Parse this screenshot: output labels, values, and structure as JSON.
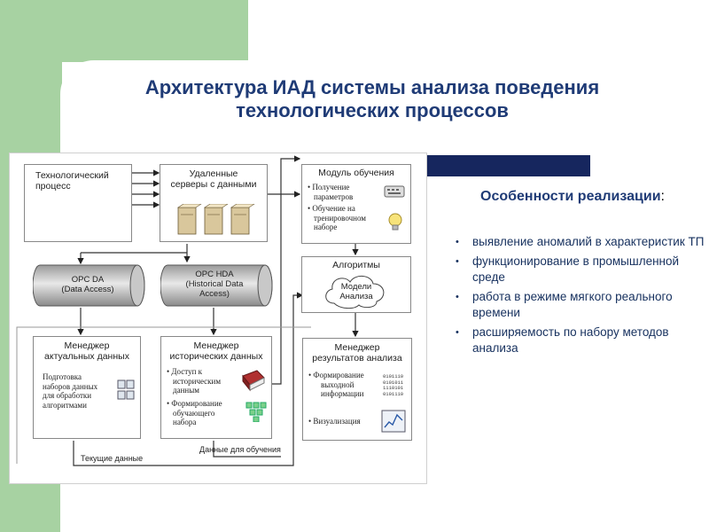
{
  "slide": {
    "title_line1": "Архитектура ИАД системы анализа поведения",
    "title_line2": "технологических процессов"
  },
  "features": {
    "heading": "Особенности реализации",
    "colon": ":",
    "items": [
      "выявление аномалий в характеристик ТП",
      "функционирование в промышленной среде",
      "работа в режиме мягкого реального времени",
      "расширяемость по набору методов анализа"
    ]
  },
  "diagram": {
    "tech_process": {
      "line1": "Технологический",
      "line2": "процесс"
    },
    "remote_servers": {
      "line1": "Удаленные",
      "line2": "серверы с данными"
    },
    "learning_module": {
      "title": "Модуль обучения",
      "item1_line1": "Получение",
      "item1_line2": "параметров",
      "item2_line1": "Обучение на",
      "item2_line2": "тренировочном",
      "item2_line3": "наборе"
    },
    "opc_da": {
      "line1": "OPC DA",
      "line2": "(Data Access)"
    },
    "opc_hda": {
      "line1": "OPC HDA",
      "line2": "(Historical Data",
      "line3": "Access)"
    },
    "algorithms": {
      "title": "Алгоритмы",
      "cloud_line1": "Модели",
      "cloud_line2": "Анализа"
    },
    "current_mgr": {
      "line1": "Менеджер",
      "line2": "актуальных данных",
      "t1": "Подготовка",
      "t2": "наборов данных",
      "t3": "для обработки",
      "t4": "алгоритмами"
    },
    "hist_mgr": {
      "line1": "Менеджер",
      "line2": "исторических данных",
      "a1": "Доступ к",
      "a2": "историческим",
      "a3": "данным",
      "b1": "Формирование",
      "b2": "обучающего",
      "b3": "набора"
    },
    "results_mgr": {
      "line1": "Менеджер",
      "line2": "результатов анализа",
      "a1": "Формирование",
      "a2": "выходной",
      "a3": "информации",
      "b1": "Визуализация"
    },
    "binary_lines": [
      "0101110",
      "0101011",
      "1110101",
      "0101110"
    ],
    "label_current": "Текущие данные",
    "label_training": "Данные для обучения"
  },
  "colors": {
    "green": "#a7d2a2",
    "title": "#1f3b76",
    "navy_bar": "#16265e"
  }
}
